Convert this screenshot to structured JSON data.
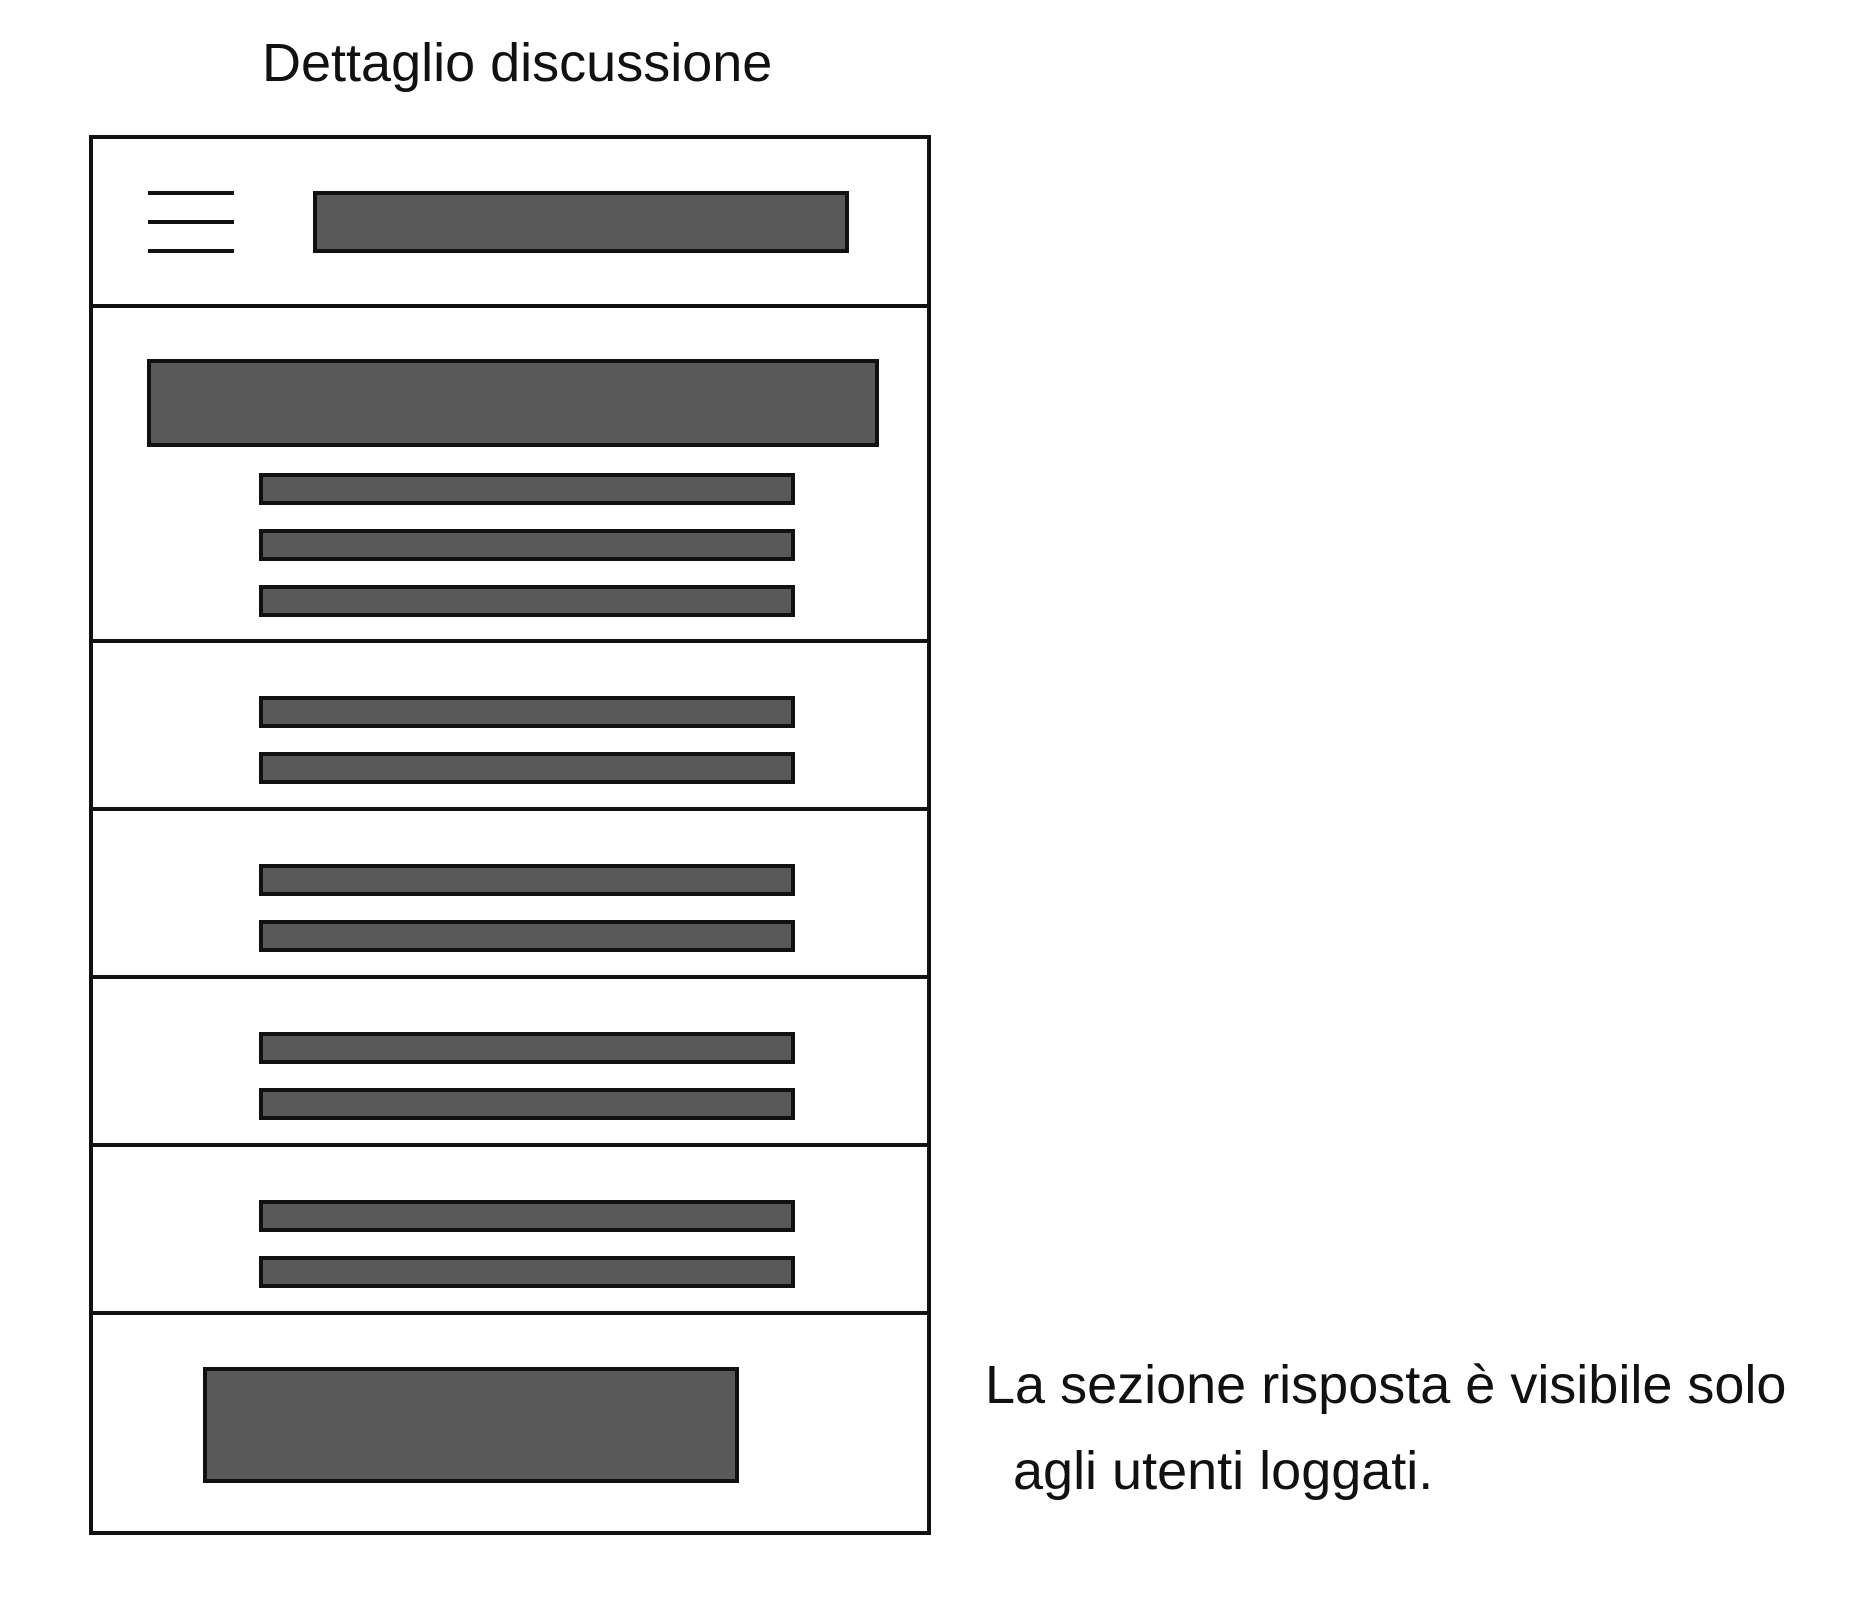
{
  "page": {
    "title": "Dettaglio discussione"
  },
  "header": {
    "menu_icon": "hamburger-menu-icon"
  },
  "annotation": {
    "line1": "La sezione risposta è visibile solo",
    "line2": "agli utenti loggati."
  },
  "colors": {
    "placeholder_fill": "#595959",
    "stroke": "#111111",
    "background": "#ffffff"
  }
}
